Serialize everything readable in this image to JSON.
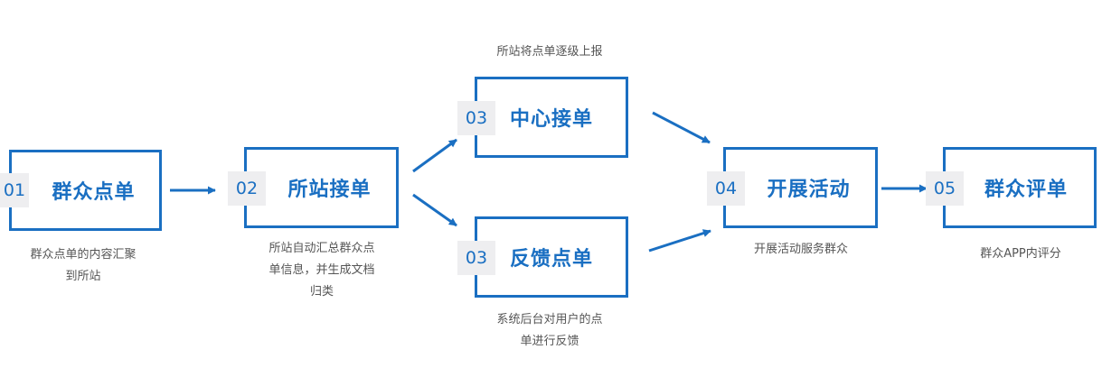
{
  "steps": [
    {
      "num": "01",
      "title": "群众点单",
      "caption": "群众点单的内容汇聚\n到所站"
    },
    {
      "num": "02",
      "title": "所站接单",
      "caption": "所站自动汇总群众点\n单信息，并生成文档\n归类"
    },
    {
      "num": "03",
      "title": "中心接单",
      "caption": "所站将点单逐级上报"
    },
    {
      "num": "03",
      "title": "反馈点单",
      "caption": "系统后台对用户的点\n单进行反馈"
    },
    {
      "num": "04",
      "title": "开展活动",
      "caption": "开展活动服务群众"
    },
    {
      "num": "05",
      "title": "群众评单",
      "caption": "群众APP内评分"
    }
  ],
  "colors": {
    "accent": "#1a6fc2",
    "number_bg": "#eeeef0",
    "caption_text": "#555555"
  }
}
